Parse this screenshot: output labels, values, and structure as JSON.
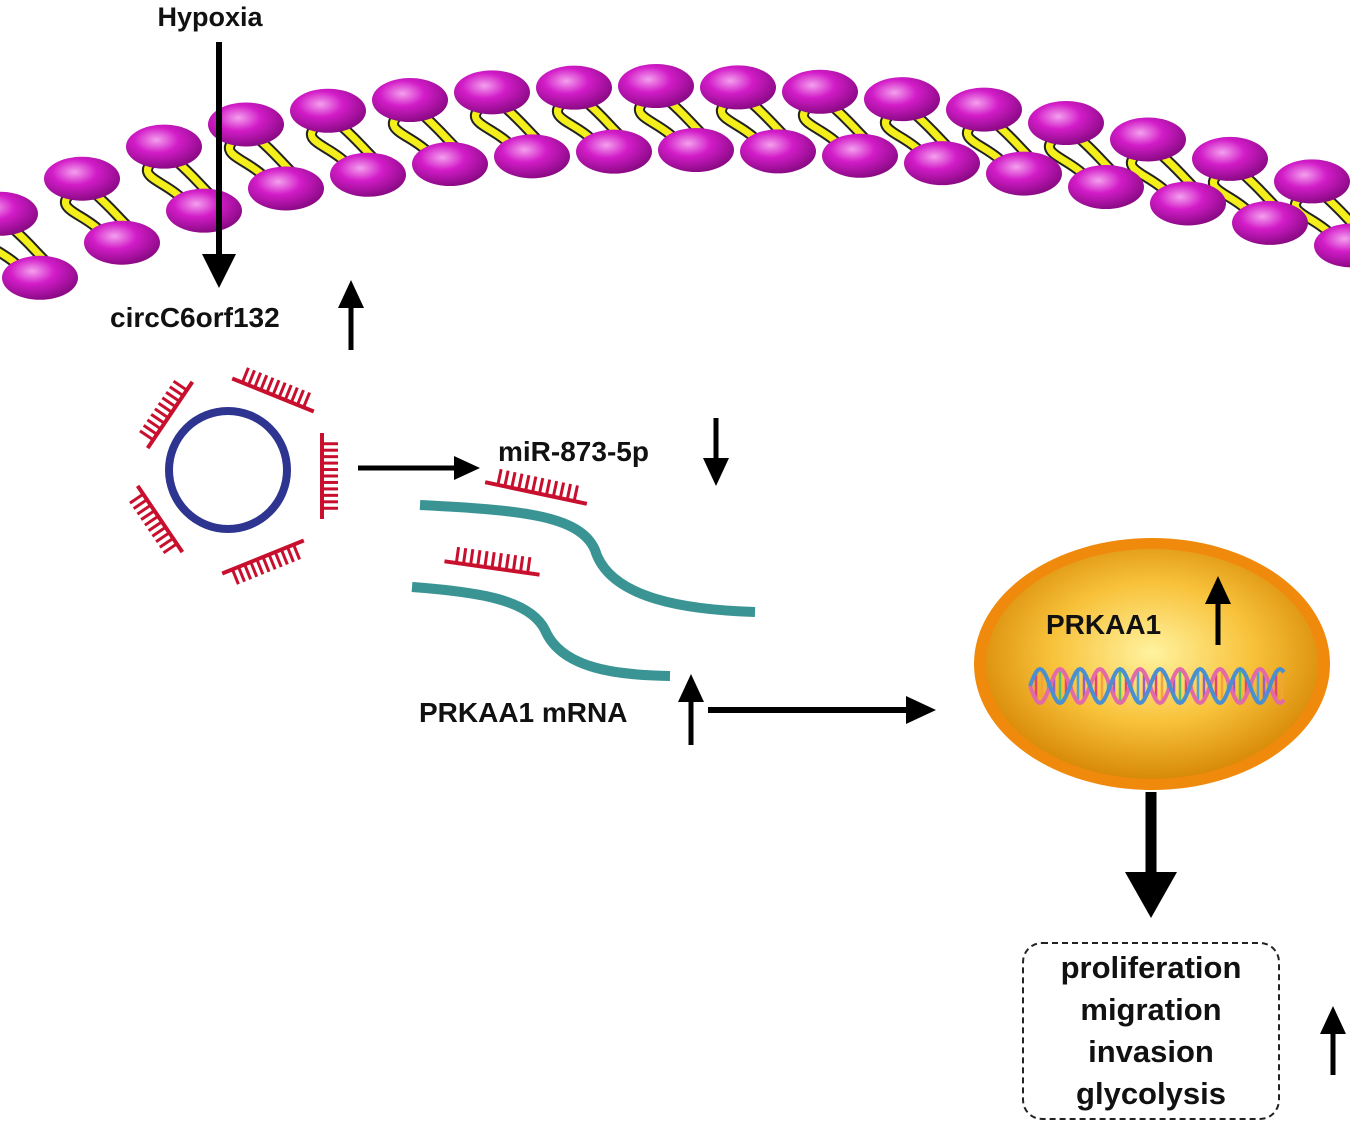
{
  "labels": {
    "hypoxia": "Hypoxia",
    "circrna": "circC6orf132",
    "mirna": "miR-873-5p",
    "mrna": "PRKAA1 mRNA",
    "protein": "PRKAA1"
  },
  "outcomes": [
    "proliferation",
    "migration",
    "invasion",
    "glycolysis"
  ],
  "colors": {
    "membrane_head": "#d21cc8",
    "membrane_tail": "#f4ef1a",
    "circrna_ring": "#2e3590",
    "mirna": "#c8102e",
    "mrna_strand": "#3a9494",
    "cell_fill": "#f5a623",
    "cell_border": "#f08a0c",
    "arrow": "#000000"
  }
}
